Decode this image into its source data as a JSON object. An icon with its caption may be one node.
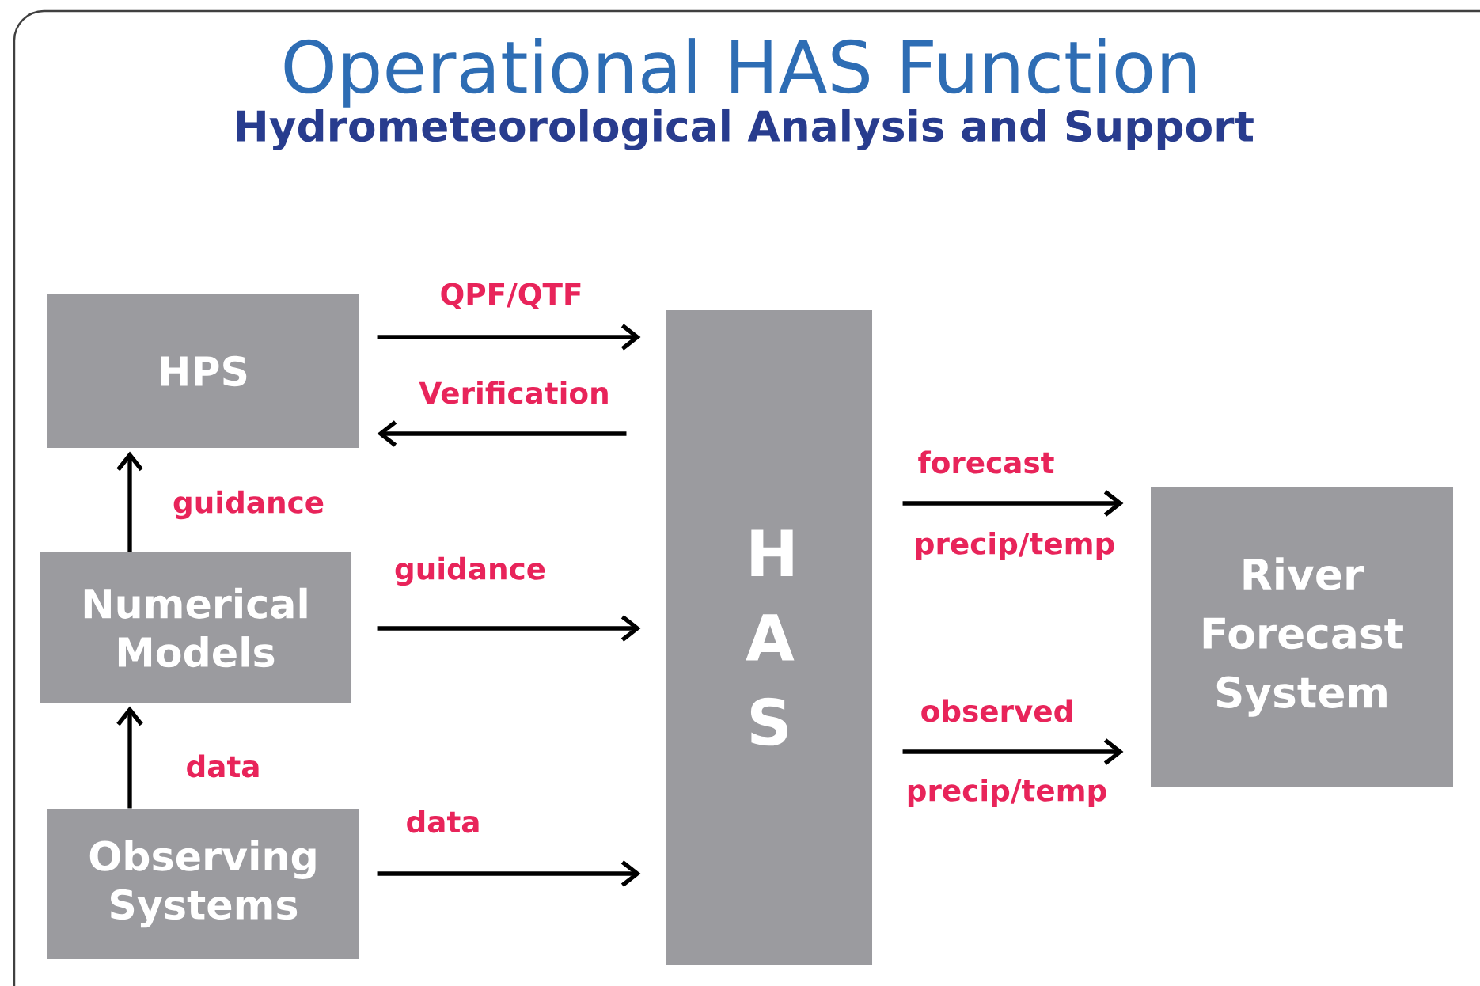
{
  "diagram": {
    "title": "Operational HAS Function",
    "caption": "Hydrometeorological Analysis and Support",
    "nodes": [
      {
        "text": [
          "HPS"
        ]
      },
      {
        "text": [
          "Numerical Models"
        ]
      },
      {
        "text": [
          "Observing Systems"
        ]
      },
      {
        "text": [
          "H A S"
        ]
      },
      {
        "text": [
          "River Forecast System"
        ]
      }
    ],
    "edges": [
      {
        "from": 0,
        "to": 3,
        "arrow": "to",
        "label": "QPF/QTF"
      },
      {
        "from": 3,
        "to": 0,
        "arrow": "to",
        "label": "Verification"
      },
      {
        "from": 1,
        "to": 0,
        "arrow": "to",
        "label": "guidance"
      },
      {
        "from": 1,
        "to": 3,
        "arrow": "to",
        "label": "guidance"
      },
      {
        "from": 2,
        "to": 1,
        "arrow": "to",
        "label": "data"
      },
      {
        "from": 2,
        "to": 3,
        "arrow": "to",
        "label": "data"
      },
      {
        "from": 3,
        "to": 4,
        "arrow": "to",
        "label": "forecast"
      },
      {
        "from": 3,
        "to": 4,
        "arrow": "to",
        "label": "observed"
      }
    ],
    "labels": [
      "precip/temp",
      "precip/temp"
    ]
  }
}
